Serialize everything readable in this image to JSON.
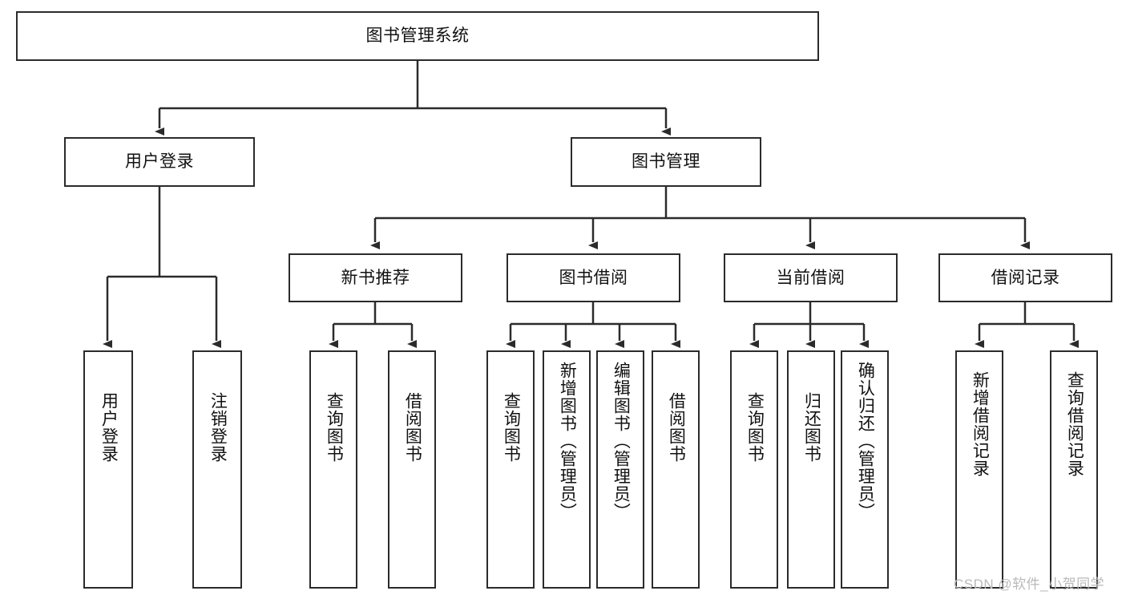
{
  "diagram": {
    "type": "tree-flowchart",
    "root": {
      "id": "root",
      "label": "图书管理系统"
    },
    "level2": [
      {
        "id": "user-login",
        "label": "用户登录"
      },
      {
        "id": "book-manage",
        "label": "图书管理"
      }
    ],
    "level3": [
      {
        "id": "new-book-rec",
        "label": "新书推荐"
      },
      {
        "id": "book-borrow",
        "label": "图书借阅"
      },
      {
        "id": "current-borrow",
        "label": "当前借阅"
      },
      {
        "id": "borrow-record",
        "label": "借阅记录"
      }
    ],
    "leaves": [
      {
        "id": "leaf-user-login",
        "label": "用户登录",
        "parent": "user-login"
      },
      {
        "id": "leaf-logout",
        "label": "注销登录",
        "parent": "user-login"
      },
      {
        "id": "leaf-query-book-1",
        "label": "查询图书",
        "parent": "new-book-rec"
      },
      {
        "id": "leaf-borrow-book-1",
        "label": "借阅图书",
        "parent": "new-book-rec"
      },
      {
        "id": "leaf-query-book-2",
        "label": "查询图书",
        "parent": "book-borrow"
      },
      {
        "id": "leaf-add-book",
        "label": "新增图书（管理员）",
        "parent": "book-borrow"
      },
      {
        "id": "leaf-edit-book",
        "label": "编辑图书（管理员）",
        "parent": "book-borrow"
      },
      {
        "id": "leaf-borrow-book-2",
        "label": "借阅图书",
        "parent": "book-borrow"
      },
      {
        "id": "leaf-query-book-3",
        "label": "查询图书",
        "parent": "current-borrow"
      },
      {
        "id": "leaf-return-book",
        "label": "归还图书",
        "parent": "current-borrow"
      },
      {
        "id": "leaf-confirm-return",
        "label": "确认归还（管理员）",
        "parent": "current-borrow"
      },
      {
        "id": "leaf-add-record",
        "label": "新增借阅记录",
        "parent": "borrow-record"
      },
      {
        "id": "leaf-query-record",
        "label": "查询借阅记录",
        "parent": "borrow-record"
      }
    ]
  },
  "watermark": {
    "text": "CSDN @软件_小贺同学"
  },
  "colors": {
    "border": "#2b2b2b",
    "background": "#ffffff",
    "text": "#111111",
    "watermark": "#b9b9b9"
  }
}
